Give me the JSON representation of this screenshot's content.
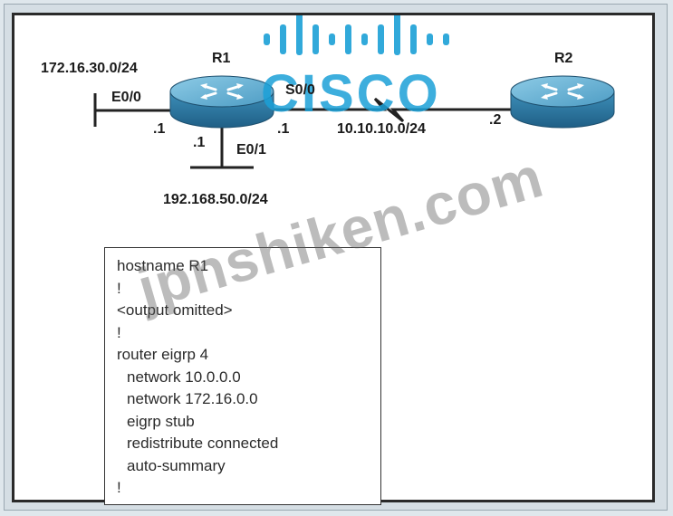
{
  "topology": {
    "r1_name": "R1",
    "r2_name": "R2",
    "lan1_network": "172.16.30.0/24",
    "lan1_iface": "E0/0",
    "lan1_host": ".1",
    "lan2_network": "192.168.50.0/24",
    "lan2_iface": "E0/1",
    "lan2_host": ".1",
    "serial_iface": "S0/0",
    "serial_r1_host": ".1",
    "serial_network": "10.10.10.0/24",
    "serial_r2_host": ".2"
  },
  "config": {
    "lines": [
      {
        "text": "hostname R1",
        "indent": false
      },
      {
        "text": "!",
        "indent": false
      },
      {
        "text": "<output omitted>",
        "indent": false
      },
      {
        "text": "!",
        "indent": false
      },
      {
        "text": "router eigrp 4",
        "indent": false
      },
      {
        "text": "network 10.0.0.0",
        "indent": true
      },
      {
        "text": "network 172.16.0.0",
        "indent": true
      },
      {
        "text": "eigrp stub",
        "indent": true
      },
      {
        "text": "redistribute connected",
        "indent": true
      },
      {
        "text": "auto-summary",
        "indent": true
      },
      {
        "text": "!",
        "indent": false
      }
    ]
  },
  "logo": {
    "text": "CISCO"
  },
  "watermark": {
    "text": "jpnshiken.com"
  },
  "colors": {
    "router_body": "#2f7fa8",
    "router_top": "#6bb3d6",
    "logo_blue": "#1ba0d7"
  }
}
